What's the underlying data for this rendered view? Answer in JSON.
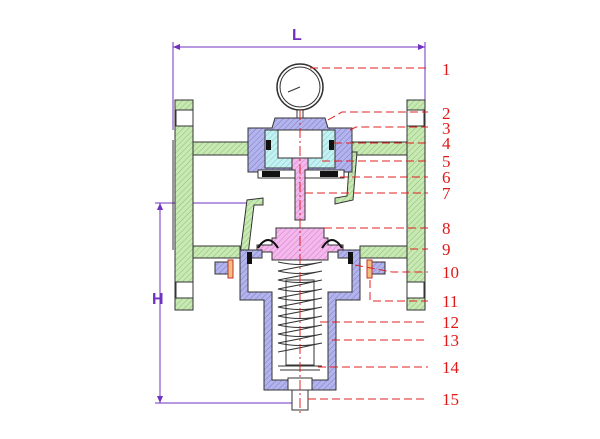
{
  "dimensions": {
    "length_label": "L",
    "height_label": "H"
  },
  "part_labels": [
    "1",
    "2",
    "3",
    "4",
    "5",
    "6",
    "7",
    "8",
    "9",
    "10",
    "11",
    "12",
    "13",
    "14",
    "15"
  ],
  "colors": {
    "body": "#c8e8b4",
    "housing": "#b4b4ec",
    "disc": "#f4b8ec",
    "piston": "#c4f2f2",
    "dimension": "#7030c0",
    "leader": "#e02020"
  }
}
